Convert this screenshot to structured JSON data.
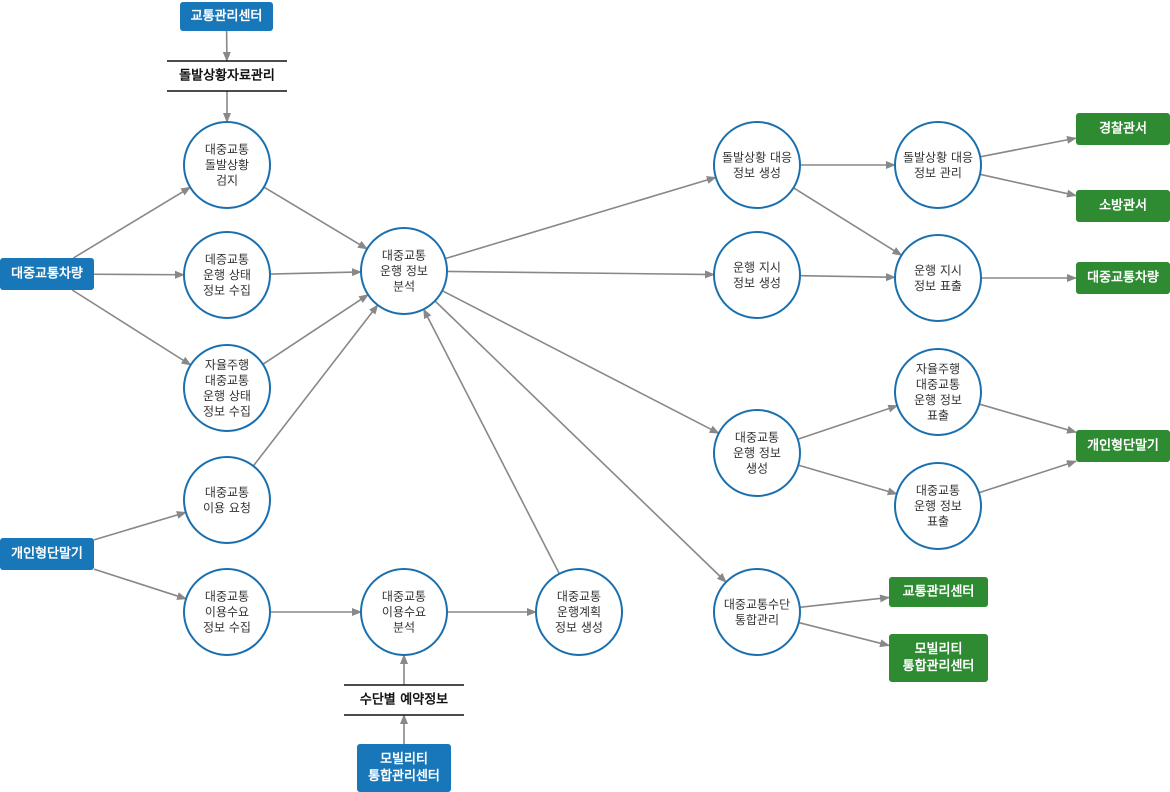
{
  "colors": {
    "external_box": "#1877b9",
    "output_box": "#2e8b32",
    "circle_stroke": "#1a6fae",
    "arrow": "#888888"
  },
  "external": {
    "traffic_center_top": "교통관리센터",
    "vehicle_left": "대중교통차량",
    "terminal_left": "개인형단말기",
    "mobility_center_bottom": [
      "모빌리티",
      "통합관리센터"
    ]
  },
  "stores": {
    "incident_data": "돌발상황자료관리",
    "reservation_info": "수단별 예약정보"
  },
  "processes": {
    "p_incident_detect": [
      "대중교통",
      "돌발상황",
      "검지"
    ],
    "p_status_collect": [
      "데증교통",
      "운행 상태",
      "정보 수집"
    ],
    "p_auto_status_collect": [
      "자율주행",
      "대중교통",
      "운행 상태",
      "정보 수집"
    ],
    "p_usage_request": [
      "대중교통",
      "이용 요청"
    ],
    "p_demand_collect": [
      "대중교통",
      "이용수요",
      "정보 수집"
    ],
    "p_operation_analysis": [
      "대중교통",
      "운행 정보",
      "분석"
    ],
    "p_demand_analysis": [
      "대중교통",
      "이용수요",
      "분석"
    ],
    "p_plan_generate": [
      "대중교통",
      "운행계획",
      "정보 생성"
    ],
    "p_incident_response_gen": [
      "돌발상황 대응",
      "정보 생성"
    ],
    "p_instruction_gen": [
      "운행 지시",
      "정보 생성"
    ],
    "p_operation_info_gen": [
      "대중교통",
      "운행 정보",
      "생성"
    ],
    "p_mode_integration": [
      "대중교통수단",
      "통합관리"
    ],
    "p_incident_response_mgmt": [
      "돌발상황 대응",
      "정보 관리"
    ],
    "p_instruction_display": [
      "운행 지시",
      "정보 표출"
    ],
    "p_auto_info_display": [
      "자율주행",
      "대중교통",
      "운행 정보",
      "표출"
    ],
    "p_info_display": [
      "대중교통",
      "운행 정보",
      "표출"
    ]
  },
  "outputs": {
    "police": "경찰관서",
    "fire": "소방관서",
    "vehicle_right": "대중교통차량",
    "terminal_right": "개인형단말기",
    "traffic_center_right": "교통관리센터",
    "mobility_center_right": [
      "모빌리티",
      "통합관리센터"
    ]
  }
}
